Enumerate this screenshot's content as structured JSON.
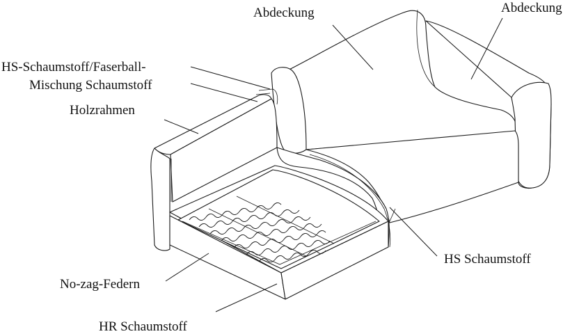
{
  "labels": {
    "cover_center": "Abdeckung",
    "cover_right": "Abdeckung",
    "hs_foam_mix_line1": "HS-Schaumstoff/Faserball-",
    "hs_foam_mix_line2": "Mischung Schaumstoff",
    "wood_frame": "Holzrahmen",
    "hs_foam": "HS Schaumstoff",
    "nozag_springs": "No-zag-Federn",
    "hr_foam": "HR Schaumstoff"
  }
}
